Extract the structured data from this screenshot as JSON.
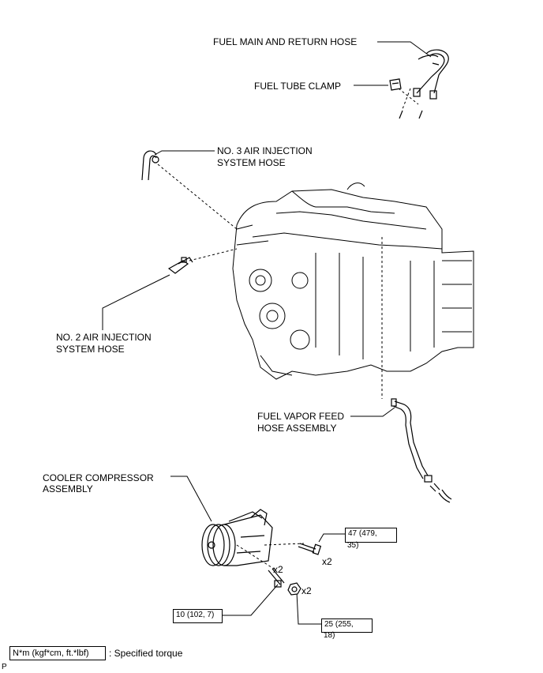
{
  "labels": {
    "fuel_main_return_hose": "FUEL MAIN AND RETURN HOSE",
    "fuel_tube_clamp": "FUEL TUBE CLAMP",
    "no3_air_injection_line1": "NO. 3 AIR INJECTION",
    "no3_air_injection_line2": "SYSTEM HOSE",
    "no2_air_injection_line1": "NO. 2 AIR INJECTION",
    "no2_air_injection_line2": "SYSTEM HOSE",
    "fuel_vapor_line1": "FUEL VAPOR FEED",
    "fuel_vapor_line2": "HOSE ASSEMBLY",
    "cooler_compressor_line1": "COOLER COMPRESSOR",
    "cooler_compressor_line2": "ASSEMBLY"
  },
  "torques": {
    "t47_line1": "47 (479,",
    "t47_line2": "35)",
    "t10": "10 (102, 7)",
    "t25_line1": "25 (255,",
    "t25_line2": "18)"
  },
  "quantities": {
    "bolt_long": "x2",
    "stud": "x2",
    "nut": "x2"
  },
  "legend": {
    "unit_box": "N*m (kgf*cm, ft.*lbf)",
    "description": ": Specified torque"
  },
  "footer_mark": "P"
}
